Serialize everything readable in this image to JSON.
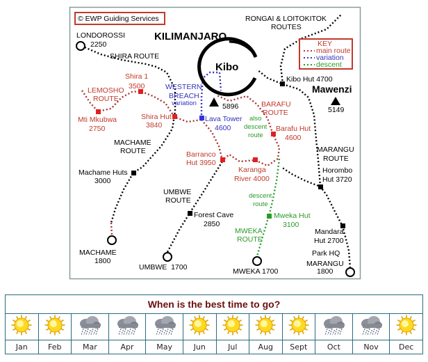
{
  "copyright": "© EWP Guiding Services",
  "title": "KILIMANJARO",
  "key": {
    "title": "KEY",
    "items": [
      {
        "label": "main route",
        "color": "#c0392b"
      },
      {
        "label": "variation",
        "color": "#3333bb"
      },
      {
        "label": "descent",
        "color": "#2a9a2a"
      }
    ]
  },
  "labels": {
    "rongai1": "RONGAI & LOITOKITOK",
    "rongai2": "ROUTES",
    "londorossi": "LONDOROSSI",
    "londorossi_alt": "2250",
    "shira_route": "SHIRA ROUTE",
    "kibo": "Kibo",
    "kibo_peak": "5896",
    "kibo_hut": "Kibo Hut 4700",
    "mawenzi": "Mawenzi",
    "mawenzi_alt": "5149",
    "shira1": "Shira 1",
    "shira1_alt": "3500",
    "lemosho1": "LEMOSHO",
    "lemosho2": "ROUTE",
    "mti1": "Mti Mkubwa",
    "mti2": "2750",
    "wb1": "WESTERN",
    "wb2": "BREACH",
    "wb3": "variation",
    "barafu_r1": "BARAFU",
    "barafu_r2": "ROUTE",
    "shira_hut": "Shira Hut",
    "shira_hut_alt": "3840",
    "lava": "Lava Tower",
    "lava_alt": "4600",
    "also1": "also",
    "also2": "descent",
    "also3": "route",
    "barafu_hut": "Barafu Hut",
    "barafu_hut_alt": "4600",
    "machame_r1": "MACHAME",
    "machame_r2": "ROUTE",
    "barranco1": "Barranco",
    "barranco2": "Hut 3950",
    "karanga1": "Karanga",
    "karanga2": "River 4000",
    "marangu_r1": "MARANGU",
    "marangu_r2": "ROUTE",
    "horombo1": "Horombo",
    "horombo2": "Hut 3720",
    "machame_huts": "Machame Huts",
    "machame_huts_alt": "3000",
    "umbwe_r1": "UMBWE",
    "umbwe_r2": "ROUTE",
    "desc1": "descent",
    "desc2": "route",
    "forest": "Forest Cave",
    "forest_alt": "2850",
    "mweka_hut": "Mweka Hut",
    "mweka_hut_alt": "3100",
    "mweka_r1": "MWEKA",
    "mweka_r2": "ROUTE",
    "mandara1": "Mandara",
    "mandara2": "Hut 2700",
    "parkhq": "Park HQ",
    "marangu_gate": "MARANGU",
    "marangu_gate_alt": "1800",
    "machame_gate": "MACHAME",
    "machame_gate_alt": "1800",
    "umbwe_gate": "UMBWE  1700",
    "mweka_gate": "MWEKA 1700"
  },
  "weather": {
    "title": "When is the best time to go?",
    "months": [
      {
        "label": "Jan",
        "icon": "sunny"
      },
      {
        "label": "Feb",
        "icon": "sunny"
      },
      {
        "label": "Mar",
        "icon": "rainy"
      },
      {
        "label": "Apr",
        "icon": "rainy"
      },
      {
        "label": "May",
        "icon": "rainy"
      },
      {
        "label": "Jun",
        "icon": "sunny"
      },
      {
        "label": "Jul",
        "icon": "sunny"
      },
      {
        "label": "Aug",
        "icon": "sunny"
      },
      {
        "label": "Sept",
        "icon": "sunny"
      },
      {
        "label": "Oct",
        "icon": "rainy"
      },
      {
        "label": "Nov",
        "icon": "rainy"
      },
      {
        "label": "Dec",
        "icon": "sunny"
      }
    ]
  }
}
